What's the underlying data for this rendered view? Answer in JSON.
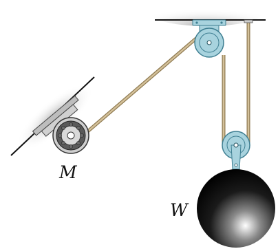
{
  "labels": {
    "motor": "M",
    "weight": "W"
  },
  "colors": {
    "rope": "#c8b48c",
    "rope_edge": "#8f7b52",
    "pulley_fill": "#a8d3de",
    "pulley_edge": "#3f7f92",
    "bracket_fill": "#c9c9c9",
    "motor_body": "#d2d2d2",
    "motor_dark": "#555555",
    "sphere_dark": "#000000",
    "sphere_light": "#ffffff",
    "ceiling_shade": "#9a9a9a"
  },
  "components": [
    "ceiling",
    "wall-mount",
    "motor",
    "ceiling-pulley",
    "movable-pulley",
    "rope",
    "weight-sphere"
  ]
}
